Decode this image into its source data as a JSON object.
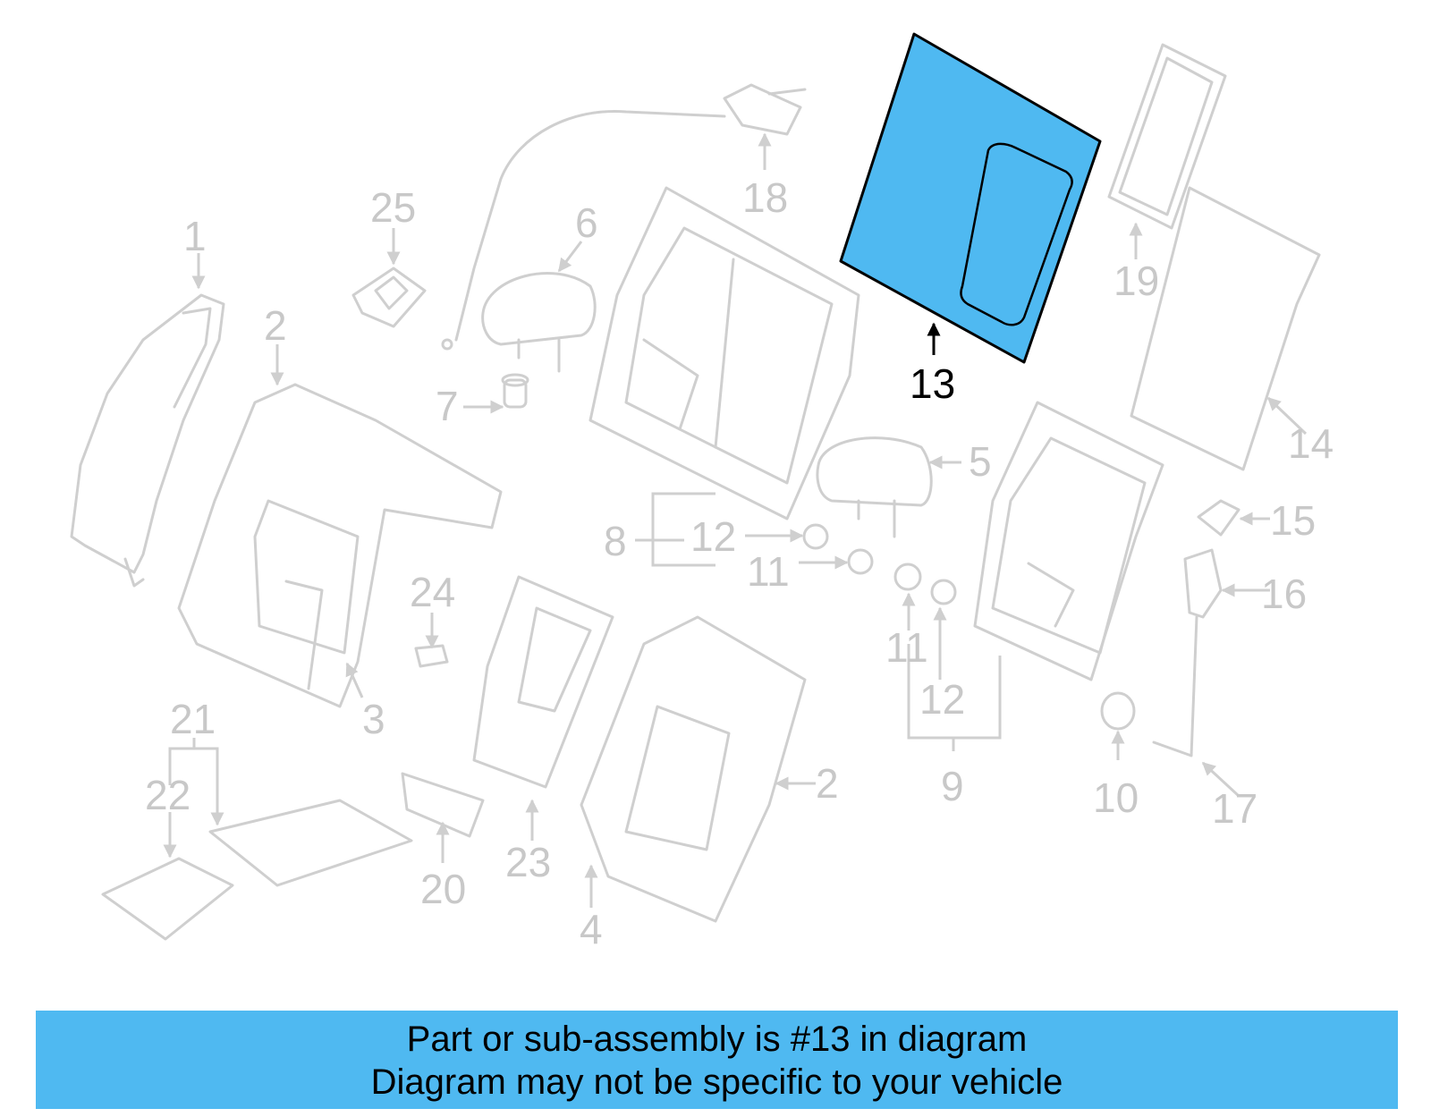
{
  "diagram": {
    "highlight_color": "#4fb9f1",
    "part_color": "#c8c8c8",
    "highlighted_part": "13",
    "labels": {
      "p1": "1",
      "p2a": "2",
      "p2b": "2",
      "p3": "3",
      "p4": "4",
      "p5": "5",
      "p6": "6",
      "p7": "7",
      "p8": "8",
      "p9": "9",
      "p10": "10",
      "p11a": "11",
      "p11b": "11",
      "p12a": "12",
      "p12b": "12",
      "p13": "13",
      "p14": "14",
      "p15": "15",
      "p16": "16",
      "p17": "17",
      "p18": "18",
      "p19": "19",
      "p20": "20",
      "p21": "21",
      "p22": "22",
      "p23": "23",
      "p24": "24",
      "p25": "25"
    }
  },
  "banner": {
    "line1": "Part or sub-assembly is #13 in diagram",
    "line2": "Diagram may not be specific to your vehicle"
  }
}
